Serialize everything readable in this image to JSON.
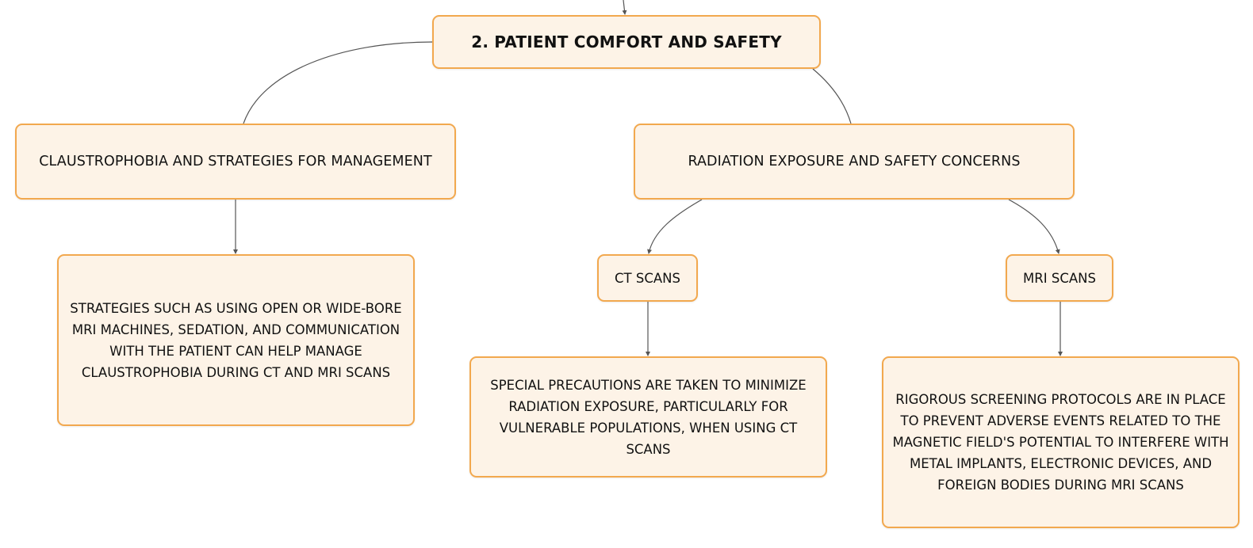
{
  "diagram": {
    "root": {
      "label": "2. PATIENT COMFORT AND SAFETY"
    },
    "branches": [
      {
        "label": "CLAUSTROPHOBIA AND STRATEGIES FOR MANAGEMENT",
        "detail": "STRATEGIES SUCH AS USING OPEN OR WIDE-BORE MRI MACHINES, SEDATION, AND COMMUNICATION WITH THE PATIENT CAN HELP MANAGE CLAUSTROPHOBIA DURING CT AND MRI SCANS"
      },
      {
        "label": "RADIATION EXPOSURE AND SAFETY CONCERNS",
        "children": [
          {
            "label": "CT SCANS",
            "detail": "SPECIAL PRECAUTIONS ARE TAKEN TO MINIMIZE RADIATION EXPOSURE, PARTICULARLY FOR VULNERABLE POPULATIONS, WHEN USING CT SCANS"
          },
          {
            "label": "MRI SCANS",
            "detail": "RIGOROUS SCREENING PROTOCOLS ARE IN PLACE TO PREVENT ADVERSE EVENTS RELATED TO THE MAGNETIC FIELD'S POTENTIAL TO INTERFERE WITH METAL IMPLANTS, ELECTRONIC DEVICES, AND FOREIGN BODIES DURING MRI SCANS"
          }
        ]
      }
    ],
    "colors": {
      "node_fill": "#fdf3e7",
      "node_border": "#f2a84e",
      "connector": "#555555",
      "text": "#111111"
    }
  }
}
